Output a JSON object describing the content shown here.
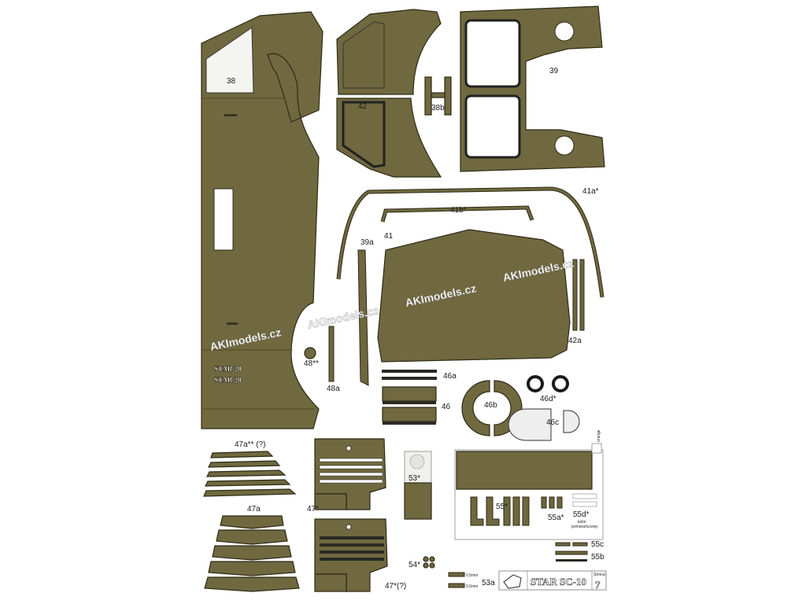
{
  "labels": {
    "p38": "38",
    "p42": "42",
    "p38b": "38b",
    "p39": "39",
    "p41a": "41a*",
    "p41b": "41b*",
    "p41": "41",
    "p39a": "39a",
    "p42a": "42a",
    "p48": "48**",
    "p48a": "48a",
    "p46a": "46a",
    "p46": "46",
    "p46b": "46b",
    "p46d": "46d*",
    "p46c": "46c",
    "p47a2": "47a** (?)",
    "p47a": "47a",
    "p47": "47*",
    "p47q": "47*(?)",
    "p53": "53*",
    "p55": "55*",
    "p55a": "55a*",
    "p55d": "55d*",
    "p54": "54*",
    "p53a": "53a",
    "p55c": "55c",
    "p55b": "55b"
  },
  "watermark": "AKImodels.cz",
  "plate_text": "STAR 20",
  "notes": {
    "orange": "orange",
    "kolor": "kolor",
    "pomaranczowy": "pomarańczowy",
    "thick1": "0,5mm",
    "thick2": "0,5mm"
  },
  "footer": {
    "title": "STAR SC-10",
    "strona": "Strona",
    "page": "7"
  },
  "colors": {
    "card": "#70683f",
    "outline": "#2e2a16",
    "paper": "#ffffff"
  }
}
